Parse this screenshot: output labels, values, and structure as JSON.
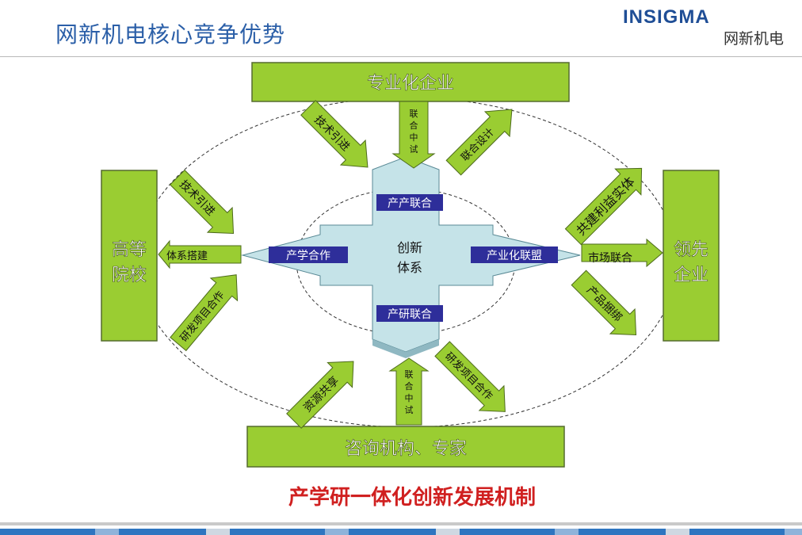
{
  "header": {
    "title": "网新机电核心竞争优势",
    "logo_brand": "INSIGMA",
    "logo_cn": "网新机电"
  },
  "boxes": {
    "top": "专业化企业",
    "bottom": "咨询机构、专家",
    "left": [
      "高等",
      "院校"
    ],
    "right": [
      "领先",
      "企业"
    ]
  },
  "center": {
    "core": [
      "创新",
      "体系"
    ],
    "label_top": "产产联合",
    "label_left": "产学合作",
    "label_right": "产业化联盟",
    "label_bottom": "产研联合"
  },
  "arrows": {
    "top_left": "技术引进",
    "top_mid": "联合中试",
    "top_right": "联合设计",
    "left_top": "技术引进",
    "left_mid": "体系搭建",
    "left_bottom": "研发项目合作",
    "right_top": "共建利益实体",
    "right_mid": "市场联合",
    "right_bottom": "产品捆绑",
    "bottom_left": "资源共享",
    "bottom_mid": "联合中试",
    "bottom_right": "研发项目合作"
  },
  "caption": "产学研一体化创新发展机制",
  "colors": {
    "green": "#9acd32",
    "green_dark": "#4d6b1c",
    "cross": "#c5e3e8",
    "label_bg": "#2e2e9a",
    "title": "#2b5fa8",
    "caption": "#d02020"
  }
}
